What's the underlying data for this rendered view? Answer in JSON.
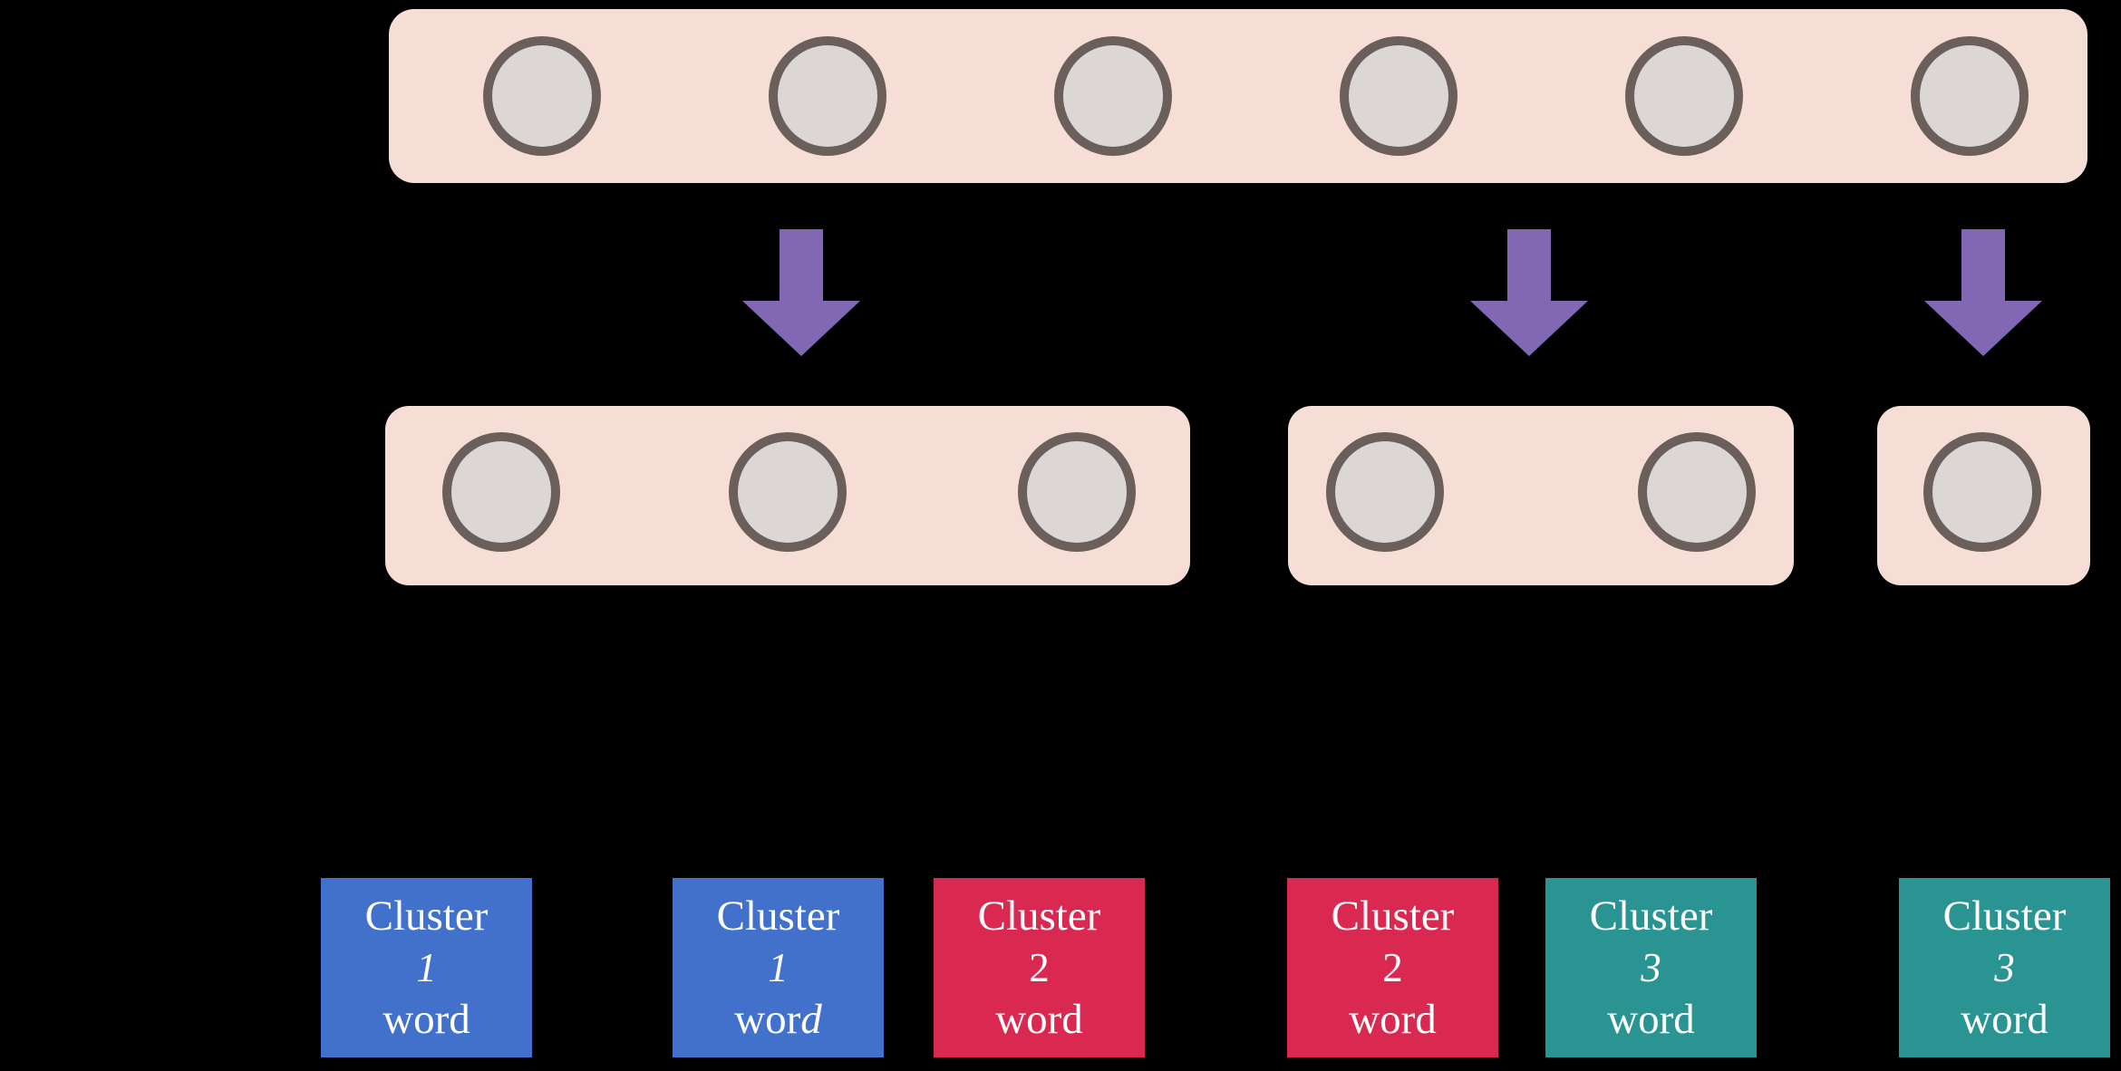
{
  "diagram": {
    "description_colors": {
      "background": "#000000",
      "container_pink": "#f6ded7",
      "node_fill": "#dcd6d4",
      "node_ring": "#6a5f5b",
      "arrow_purple": "#8167b4",
      "cluster1_blue": "#4171ca",
      "cluster2_red": "#d92950",
      "cluster3_teal": "#299492",
      "label_text": "#ffffff"
    },
    "top_row": {
      "node_count": 6
    },
    "groups": [
      {
        "node_count": 3
      },
      {
        "node_count": 2
      },
      {
        "node_count": 1
      }
    ],
    "arrows": {
      "count": 3,
      "icon": "down-arrow-icon",
      "color": "#8167b4"
    }
  },
  "clusters": [
    {
      "title": "Cluster",
      "number": "1",
      "word": "word",
      "word_suffix": "",
      "color": "#4171ca"
    },
    {
      "title": "Cluster",
      "number": "1",
      "word": "wor",
      "word_suffix": "d",
      "color": "#4171ca"
    },
    {
      "title": "Cluster",
      "number": "2",
      "word": "word",
      "word_suffix": "",
      "color": "#d92950"
    },
    {
      "title": "Cluster",
      "number": "2",
      "word": "word",
      "word_suffix": "",
      "color": "#d92950"
    },
    {
      "title": "Cluster",
      "number": "3",
      "word": "word",
      "word_suffix": "",
      "color": "#299492"
    },
    {
      "title": "Cluster",
      "number": "3",
      "word": "word",
      "word_suffix": "",
      "color": "#299492"
    }
  ]
}
